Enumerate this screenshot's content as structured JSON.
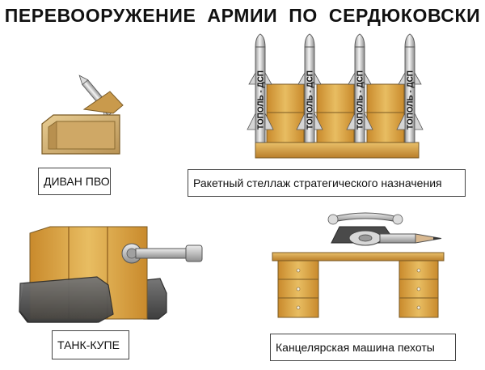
{
  "title": "ПЕРЕВООРУЖЕНИЕ  АРМИИ  ПО  СЕРДЮКОВСКИ",
  "items": [
    {
      "label": "ДИВАН ПВО"
    },
    {
      "label": "Ракетный стеллаж стратегического назначения"
    },
    {
      "label": "ТАНК-КУПЕ"
    },
    {
      "label": "Канцелярская машина пехоты"
    }
  ],
  "rocket_text": "ТОПОЛЬ - ДСП",
  "colors": {
    "wood_light": "#e3b65a",
    "wood_mid": "#c88a2e",
    "wood_dark": "#8a5a1a",
    "metal": "#c9c9c9",
    "tread": "#5a5a5a",
    "sofa": "#dcbc7e"
  }
}
